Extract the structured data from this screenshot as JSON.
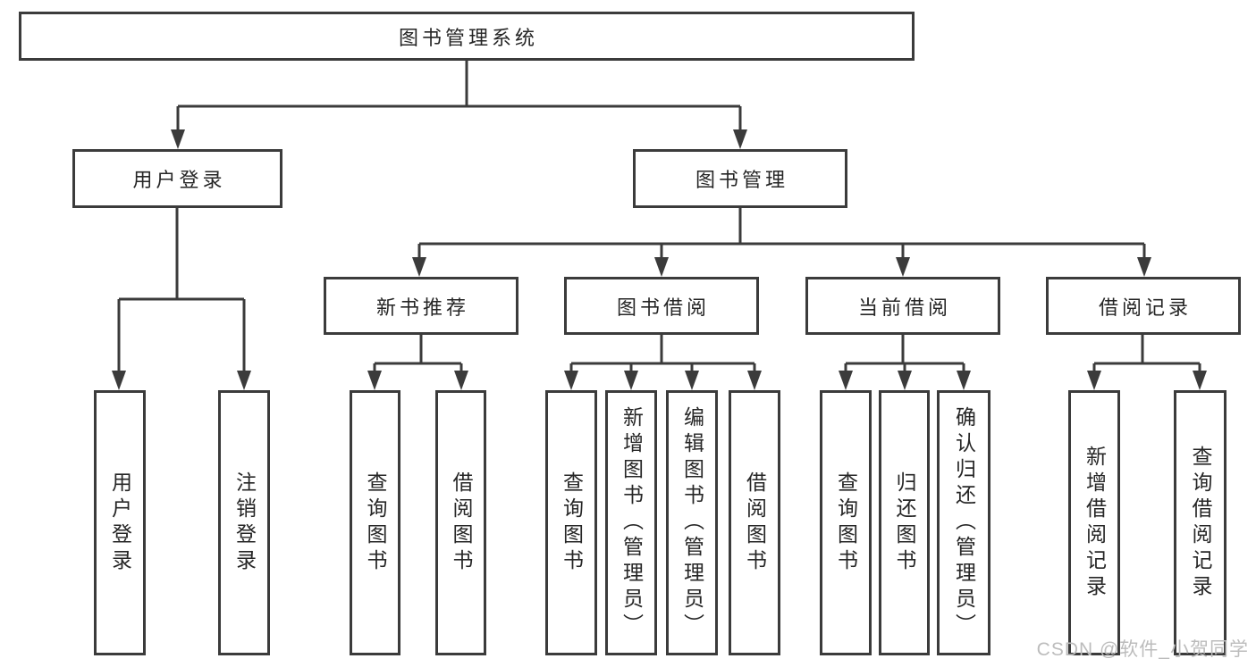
{
  "diagram": {
    "root": {
      "label": "图书管理系统"
    },
    "branches": [
      {
        "label": "用户登录",
        "children": [
          {
            "label": "用户登录"
          },
          {
            "label": "注销登录"
          }
        ]
      },
      {
        "label": "图书管理",
        "children": [
          {
            "label": "新书推荐",
            "children": [
              {
                "label": "查询图书"
              },
              {
                "label": "借阅图书"
              }
            ]
          },
          {
            "label": "图书借阅",
            "children": [
              {
                "label": "查询图书"
              },
              {
                "label": "新增图书（管理员）"
              },
              {
                "label": "编辑图书（管理员）"
              },
              {
                "label": "借阅图书"
              }
            ]
          },
          {
            "label": "当前借阅",
            "children": [
              {
                "label": "查询图书"
              },
              {
                "label": "归还图书"
              },
              {
                "label": "确认归还（管理员）"
              }
            ]
          },
          {
            "label": "借阅记录",
            "children": [
              {
                "label": "新增借阅记录"
              },
              {
                "label": "查询借阅记录"
              }
            ]
          }
        ]
      }
    ]
  },
  "watermark": "CSDN @软件_小贺同学",
  "colors": {
    "line": "#3b3b3b",
    "text": "#262626",
    "watermark": "#bcbcbc",
    "background": "#ffffff"
  }
}
